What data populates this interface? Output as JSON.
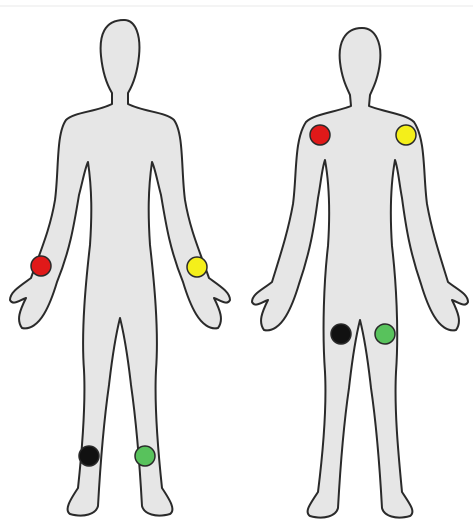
{
  "figures": [
    {
      "id": "left",
      "electrodes": [
        {
          "name": "right-arm-electrode",
          "color": "#e01919"
        },
        {
          "name": "left-arm-electrode",
          "color": "#f4ef1a"
        },
        {
          "name": "right-leg-electrode",
          "color": "#111111"
        },
        {
          "name": "left-leg-electrode",
          "color": "#58c25c"
        }
      ]
    },
    {
      "id": "right",
      "electrodes": [
        {
          "name": "right-shoulder-electrode",
          "color": "#e01919"
        },
        {
          "name": "left-shoulder-electrode",
          "color": "#f4ef1a"
        },
        {
          "name": "right-hip-electrode",
          "color": "#111111"
        },
        {
          "name": "left-hip-electrode",
          "color": "#58c25c"
        }
      ]
    }
  ],
  "colors": {
    "body_fill": "#e6e6e6",
    "outline": "#2a2a2a",
    "background": "#ffffff"
  }
}
